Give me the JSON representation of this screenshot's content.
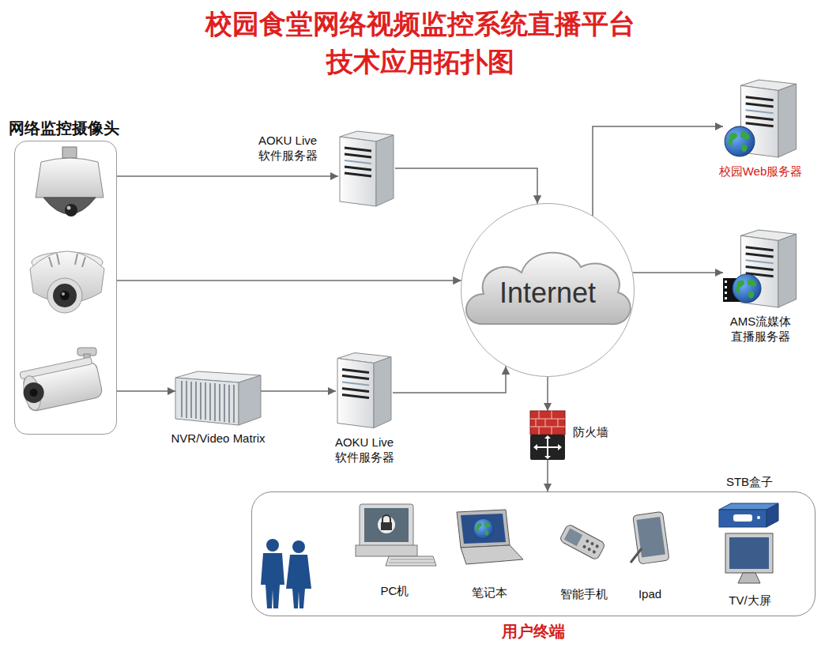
{
  "diagram": {
    "title": "校园食堂网络视频监控系统直播平台 技术应用拓扑图",
    "nodes": [
      {
        "text": [
          "网络监控摄像头"
        ]
      },
      {
        "text": [
          "AOKU Live 软件服务器"
        ]
      },
      {
        "text": [
          "Internet"
        ]
      },
      {
        "text": [
          "NVR/Video Matrix"
        ]
      },
      {
        "text": [
          "AOKU Live 软件服务器"
        ]
      },
      {
        "text": [
          "校园Web服务器"
        ]
      },
      {
        "text": [
          "AMS流媒体 直播服务器"
        ]
      },
      {
        "text": [
          "防火墙"
        ]
      },
      {
        "text": [
          "用户终端"
        ]
      },
      {
        "text": [
          "PC机"
        ],
        "in": 8
      },
      {
        "text": [
          "笔记本"
        ],
        "in": 8
      },
      {
        "text": [
          "智能手机"
        ],
        "in": 8
      },
      {
        "text": [
          "Ipad"
        ],
        "in": 8
      },
      {
        "text": [
          "STB盒子"
        ],
        "in": 8
      },
      {
        "text": [
          "TV/大屏"
        ],
        "in": 8
      }
    ],
    "edges": [
      {
        "from": 0,
        "to": 1,
        "arrow": "to"
      },
      {
        "from": 0,
        "to": 2,
        "arrow": "to"
      },
      {
        "from": 0,
        "to": 3,
        "arrow": "to"
      },
      {
        "from": 1,
        "to": 2,
        "arrow": "to"
      },
      {
        "from": 3,
        "to": 4,
        "arrow": "to"
      },
      {
        "from": 4,
        "to": 2,
        "arrow": "to"
      },
      {
        "from": 2,
        "to": 5,
        "arrow": "to"
      },
      {
        "from": 2,
        "to": 6,
        "arrow": "to"
      },
      {
        "from": 2,
        "to": 7,
        "arrow": "to"
      },
      {
        "from": 7,
        "to": 8,
        "arrow": "to"
      }
    ]
  }
}
